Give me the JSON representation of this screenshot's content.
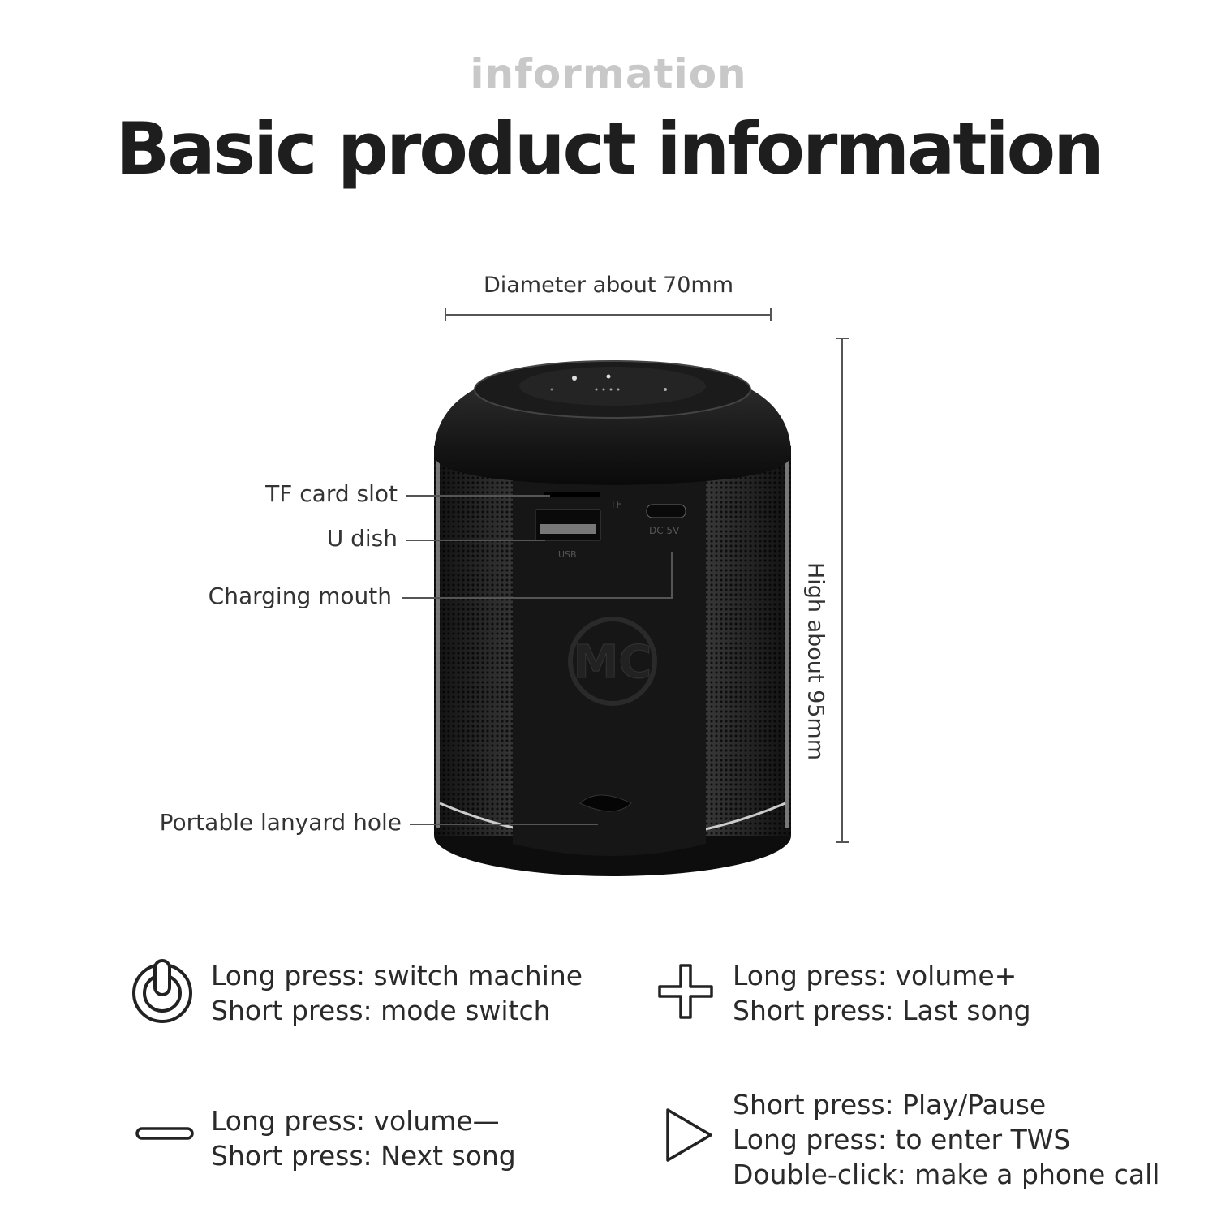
{
  "header": {
    "kicker": "information",
    "title": "Basic product information"
  },
  "dimensions": {
    "diameter": "Diameter about 70mm",
    "height": "High about 95mm"
  },
  "callouts": {
    "tf_slot": "TF card slot",
    "u_dish": "U dish",
    "charging": "Charging mouth",
    "lanyard": "Portable lanyard hole"
  },
  "device_marks": {
    "tf": "TF",
    "usb": "USB",
    "dc": "DC 5V"
  },
  "features": [
    {
      "icon": "power-icon",
      "lines": [
        "Long press: switch machine",
        "Short press: mode switch"
      ]
    },
    {
      "icon": "plus-icon",
      "lines": [
        "Long press: volume+",
        "Short press: Last song"
      ]
    },
    {
      "icon": "minus-icon",
      "lines": [
        "Long press: volume—",
        "Short press: Next song"
      ]
    },
    {
      "icon": "play-icon",
      "lines": [
        "Short press: Play/Pause",
        "Long press: to enter TWS",
        "Double-click: make a phone call"
      ]
    }
  ]
}
